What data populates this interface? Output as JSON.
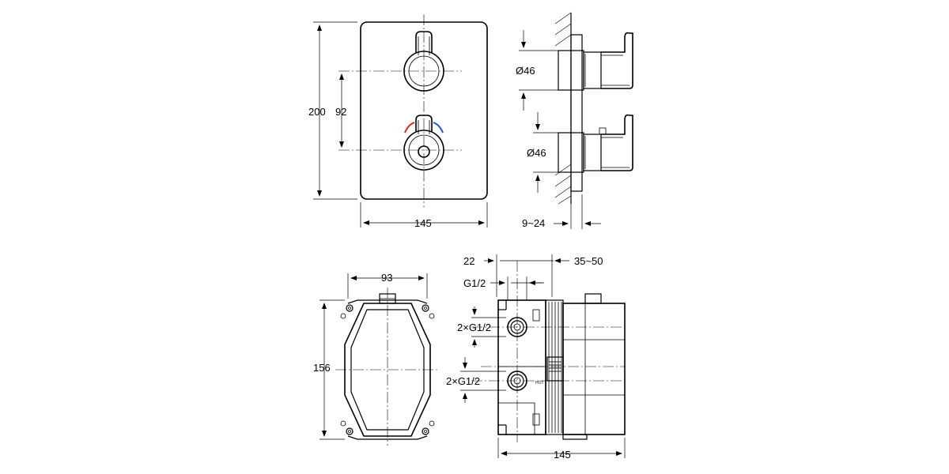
{
  "front_view": {
    "dim_height": "200",
    "dim_spacing": "92",
    "dim_width": "145"
  },
  "side_view": {
    "dim_diameter_top": "Ø46",
    "dim_diameter_bottom": "Ø46",
    "dim_wall_range": "9~24"
  },
  "box_front_view": {
    "dim_width": "93",
    "dim_height": "156"
  },
  "box_side_view": {
    "dim_offset": "22",
    "dim_depth_range": "35~50",
    "dim_thread_top": "G1/2",
    "dim_thread_upper": "2×G1/2",
    "dim_thread_lower": "2×G1/2",
    "dim_depth": "145",
    "hot_label": "HOT"
  },
  "colors": {
    "hot_indicator": "#e0202a",
    "cold_indicator": "#2a4fd6",
    "line": "#000000"
  }
}
